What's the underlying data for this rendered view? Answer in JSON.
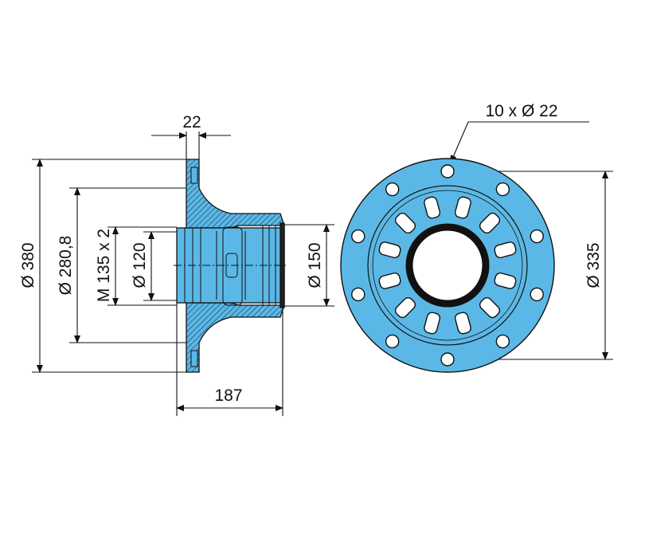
{
  "title": "Wheel hub technical drawing",
  "colors": {
    "part": "#5bb8e6",
    "line": "#111111",
    "background": "#ffffff"
  },
  "dimensions": {
    "flange_thickness": "22",
    "flange_diameter": "Ø 380",
    "bolt_circle_inner": "Ø 280,8",
    "thread": "M 135 x 2",
    "bore": "Ø 120",
    "spigot": "Ø 150",
    "length": "187",
    "pitch_circle": "Ø 335",
    "bolt_holes": "10 x Ø 22"
  },
  "bolt_hole_count": 10,
  "window_count": 12
}
